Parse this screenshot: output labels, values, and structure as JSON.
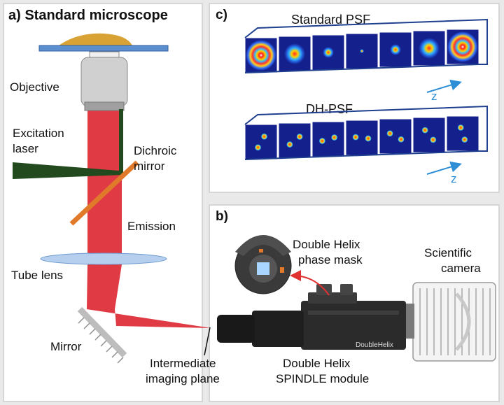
{
  "panel_a": {
    "title": "a) Standard microscope",
    "objective": "Objective",
    "excitation": [
      "Excitation",
      "laser"
    ],
    "dichroic": [
      "Dichroic",
      "mirror"
    ],
    "emission": "Emission",
    "tube_lens": "Tube lens",
    "mirror": "Mirror"
  },
  "panel_b": {
    "tag": "b)",
    "phase_mask": [
      "Double Helix",
      "phase mask"
    ],
    "camera": [
      "Scientific",
      "camera"
    ],
    "plane": [
      "Intermediate",
      "imaging plane"
    ],
    "module": [
      "Double Helix",
      "SPINDLE module"
    ],
    "brand": "DoubleHelix"
  },
  "panel_c": {
    "tag": "c)",
    "standard_psf": "Standard PSF",
    "dh_psf": "DH-PSF",
    "z1": "z",
    "z2": "z"
  },
  "colors": {
    "beam": "#e03a44",
    "laser": "#234a1e",
    "dichroic": "#e07a2a",
    "frame": "#1f3f8f",
    "arrow": "#2f8fd6",
    "psf_bg": "#14208c"
  }
}
